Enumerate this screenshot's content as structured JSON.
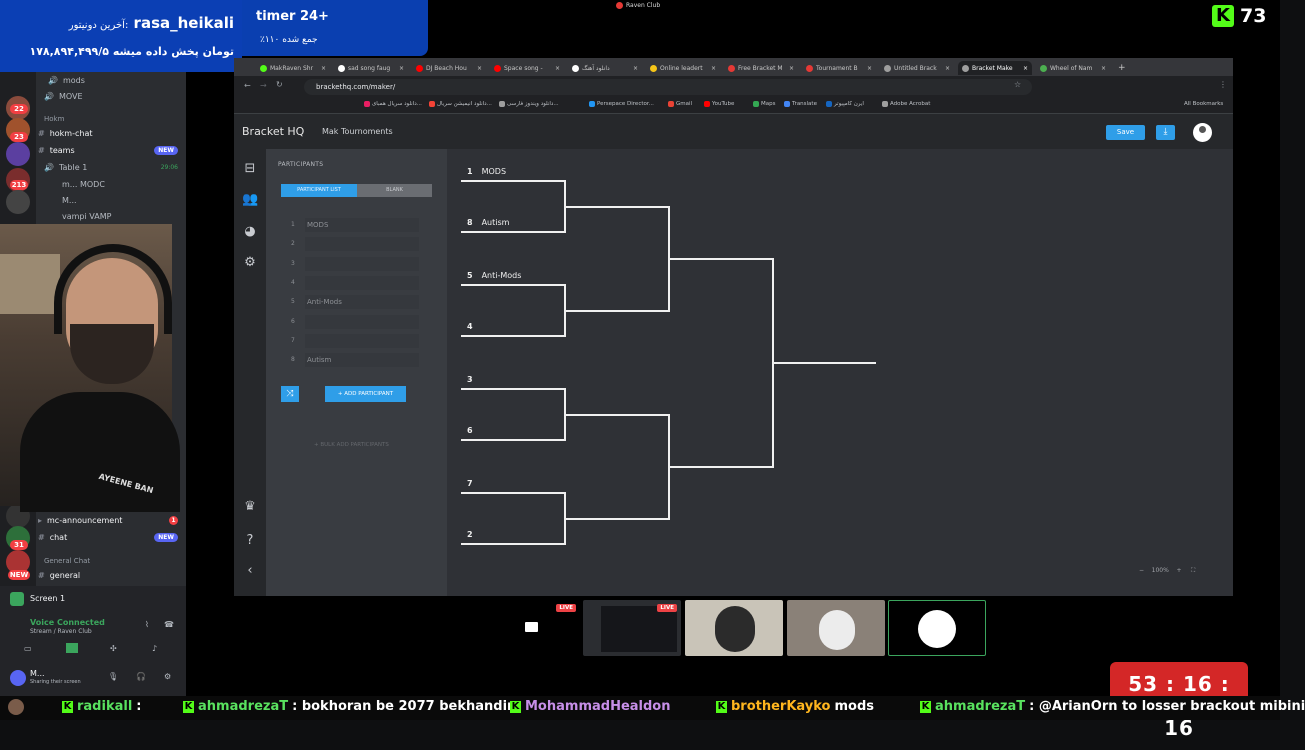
{
  "overlay": {
    "donor_label": "آخرین دونیتور:",
    "donor_name": "rasa_heikali",
    "donor_amount": "۱۷۸,۸۹۴,۴۹۹/۵ تومان پخش داده میشه",
    "timer_title": "timer 24+",
    "timer_sub": "٪۱۱۰ جمع شده",
    "kick_count": "73",
    "window_title": "Raven Club",
    "countdown": "53 : 16 : 16"
  },
  "discord": {
    "channels": [
      {
        "label": "mods",
        "kind": "voice"
      },
      {
        "label": "MOVE",
        "kind": "voice"
      },
      {
        "label": "Hokm",
        "kind": "category"
      },
      {
        "label": "hokm-chat",
        "kind": "text"
      },
      {
        "label": "teams",
        "kind": "text",
        "badge": "NEW"
      },
      {
        "label": "Table 1",
        "kind": "voice",
        "time": "29:06"
      },
      {
        "label": "m... MODC",
        "kind": "user"
      },
      {
        "label": "M...",
        "kind": "user"
      },
      {
        "label": "vampi VAMP",
        "kind": "user"
      },
      {
        "label": "mc-announcement",
        "kind": "announce"
      },
      {
        "label": "chat",
        "kind": "text",
        "badge": "NEW"
      },
      {
        "label": "General Chat",
        "kind": "category"
      },
      {
        "label": "general",
        "kind": "text"
      }
    ],
    "guild_badges": [
      "22",
      "23",
      "213",
      "31",
      "NEW"
    ],
    "screen_label": "Screen 1",
    "voice_status": "Voice Connected",
    "voice_channel": "Stream / Raven Club",
    "user_name": "M...",
    "user_status": "Sharing their screen"
  },
  "webcam": {
    "shirt_text": "AYEENE BAN"
  },
  "browser": {
    "tabs": [
      {
        "label": "MakRaven Shr",
        "color": "#53fc18"
      },
      {
        "label": "sad song faug",
        "color": "#ffffff"
      },
      {
        "label": "DJ Beach Hou",
        "color": "#ff0000"
      },
      {
        "label": "Space song -",
        "color": "#ff0000"
      },
      {
        "label": "دانلود آهنگ",
        "color": "#ffffff"
      },
      {
        "label": "Online leadert",
        "color": "#f5c518"
      },
      {
        "label": "Free Bracket M",
        "color": "#e53935"
      },
      {
        "label": "Tournament B",
        "color": "#e53935"
      },
      {
        "label": "Untitled Brack",
        "color": "#9e9e9e"
      },
      {
        "label": "Bracket Make",
        "color": "#9e9e9e",
        "active": true
      },
      {
        "label": "Wheel of Nam",
        "color": "#4caf50"
      }
    ],
    "url": "brackethq.com/maker/",
    "bookmarks": [
      {
        "label": "دانلود سریال همبای...",
        "color": "#e91e63"
      },
      {
        "label": "دانلود انیمیشن سریال...",
        "color": "#f44336"
      },
      {
        "label": "دانلود ویندوز فارسی...",
        "color": "#9e9e9e"
      },
      {
        "label": "Persepace Director...",
        "color": "#2196f3"
      },
      {
        "label": "Gmail",
        "color": "#ea4335"
      },
      {
        "label": "YouTube",
        "color": "#ff0000"
      },
      {
        "label": "Maps",
        "color": "#34a853"
      },
      {
        "label": "Translate",
        "color": "#4285f4"
      },
      {
        "label": "ایرن کامپیوتر",
        "color": "#1565c0"
      },
      {
        "label": "Adobe Acrobat",
        "color": "#9e9e9e"
      }
    ],
    "all_bookmarks": "All Bookmarks"
  },
  "app": {
    "logo": "Bracket HQ",
    "tournament_name": "Mak Tournoments",
    "save_label": "Save",
    "participants_header": "PARTICIPANTS",
    "participant_list_tab": "PARTICIPANT LIST",
    "blank_tab": "BLANK",
    "participants": [
      {
        "num": "1",
        "name": "MODS"
      },
      {
        "num": "2",
        "name": ""
      },
      {
        "num": "3",
        "name": ""
      },
      {
        "num": "4",
        "name": ""
      },
      {
        "num": "5",
        "name": "Anti-Mods"
      },
      {
        "num": "6",
        "name": ""
      },
      {
        "num": "7",
        "name": ""
      },
      {
        "num": "8",
        "name": "Autism"
      }
    ],
    "add_participant": "+ ADD PARTICIPANT",
    "bulk_add": "+ BULK ADD PARTICIPANTS",
    "zoom_level": "100%"
  },
  "bracket": {
    "first_round": [
      {
        "seed": "1",
        "name": "MODS"
      },
      {
        "seed": "8",
        "name": "Autism"
      },
      {
        "seed": "5",
        "name": "Anti-Mods"
      },
      {
        "seed": "4",
        "name": ""
      },
      {
        "seed": "3",
        "name": ""
      },
      {
        "seed": "6",
        "name": ""
      },
      {
        "seed": "7",
        "name": ""
      },
      {
        "seed": "2",
        "name": ""
      }
    ]
  },
  "ticker": [
    {
      "user": "radikall",
      "msg": ":",
      "color": "#59e25f"
    },
    {
      "user": "ahmadrezaT",
      "msg": ": bokhoran be 2077 bekhandim",
      "color": "#59e25f"
    },
    {
      "user": "MohammadHealdon",
      "msg": "",
      "color": "#c78fe8"
    },
    {
      "user": "brotherKayko",
      "msg": "mods",
      "color": "#ffb61e"
    },
    {
      "user": "ahmadrezaT",
      "msg": ": @ArianOrn to losser brackout mibini",
      "color": "#59e25f"
    }
  ]
}
